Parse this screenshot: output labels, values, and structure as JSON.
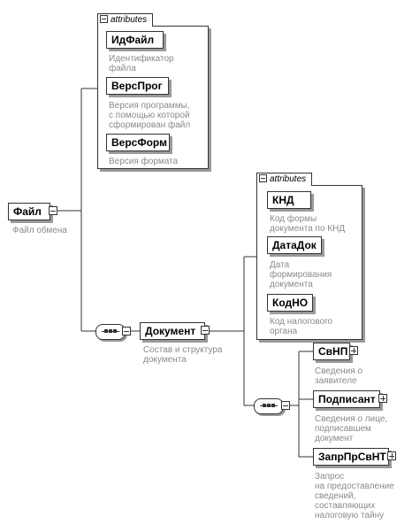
{
  "root": {
    "label": "Файл",
    "desc": "Файл обмена"
  },
  "root_attributes": {
    "tab": "attributes",
    "items": [
      {
        "label": "ИдФайл",
        "desc": [
          "Идентификатор",
          "файла"
        ]
      },
      {
        "label": "ВерсПрог",
        "desc": [
          "Версия программы,",
          "с помощью которой",
          "сформирован файл"
        ]
      },
      {
        "label": "ВерсФорм",
        "desc": [
          "Версия формата"
        ]
      }
    ]
  },
  "document": {
    "label": "Документ",
    "desc": [
      "Состав и структура",
      "документа"
    ]
  },
  "document_attributes": {
    "tab": "attributes",
    "items": [
      {
        "label": "КНД",
        "desc": [
          "Код формы",
          "документа по КНД"
        ]
      },
      {
        "label": "ДатаДок",
        "desc": [
          "Дата",
          "формирования",
          "документа"
        ]
      },
      {
        "label": "КодНО",
        "desc": [
          "Код налогового",
          "органа"
        ]
      }
    ]
  },
  "children": [
    {
      "label": "СвНП",
      "desc": [
        "Сведения о",
        "заявителе"
      ]
    },
    {
      "label": "Подписант",
      "desc": [
        "Сведения о лице,",
        "подписавшем",
        "документ"
      ]
    },
    {
      "label": "ЗапрПрСвНТ",
      "desc": [
        "Запрос",
        "на предоставление",
        "сведений,",
        "составляющих",
        "налоговую тайну"
      ]
    }
  ]
}
